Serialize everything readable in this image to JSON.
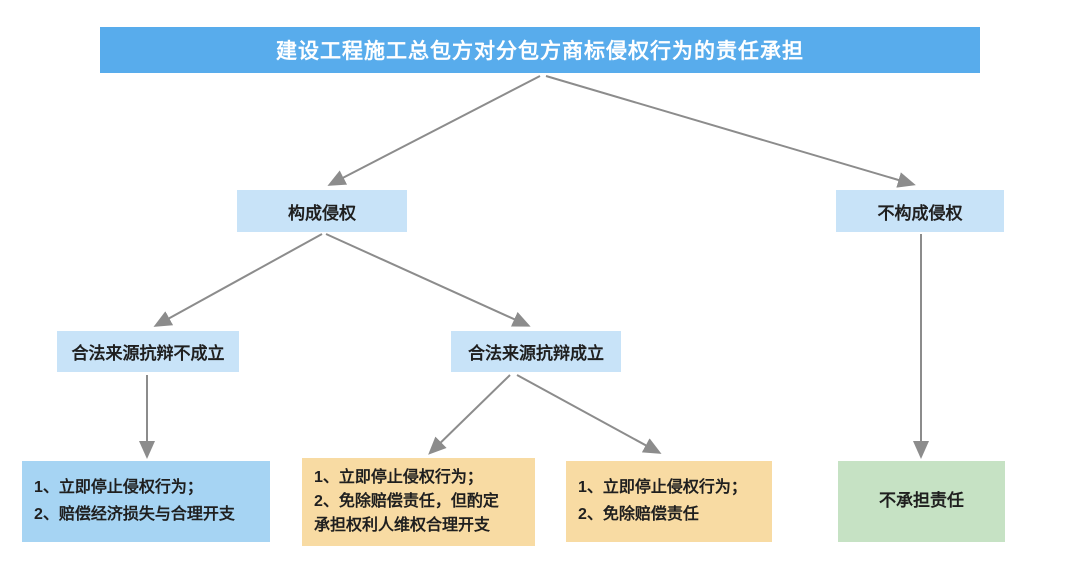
{
  "diagram": {
    "title": "建设工程施工总包方对分包方商标侵权行为的责任承担",
    "colors": {
      "title_bg": "#58ACEC",
      "title_text": "#FFFFFF",
      "branch_node_bg": "#C8E3F8",
      "result_blue_bg": "#A6D4F3",
      "result_orange_bg": "#F8DBA3",
      "result_green_bg": "#C6E2C4",
      "arrow": "#8C8C8C",
      "node_text": "#1F1F1F"
    },
    "level2": [
      {
        "id": "infringement",
        "label": "构成侵权"
      },
      {
        "id": "no-infringement",
        "label": "不构成侵权"
      }
    ],
    "level3": [
      {
        "id": "defense-fails",
        "label": "合法来源抗辩不成立"
      },
      {
        "id": "defense-holds",
        "label": "合法来源抗辩成立"
      }
    ],
    "results": [
      {
        "id": "result-stop-and-compensate",
        "lines": [
          "1、立即停止侵权行为；",
          "2、赔偿经济损失与合理开支"
        ]
      },
      {
        "id": "result-stop-exempt-discretionary",
        "lines": [
          "1、立即停止侵权行为；",
          "2、免除赔偿责任，但酌定",
          "承担权利人维权合理开支"
        ]
      },
      {
        "id": "result-stop-exempt",
        "lines": [
          "1、立即停止侵权行为；",
          "2、免除赔偿责任"
        ]
      },
      {
        "id": "result-no-liability",
        "lines": [
          "不承担责任"
        ]
      }
    ]
  }
}
